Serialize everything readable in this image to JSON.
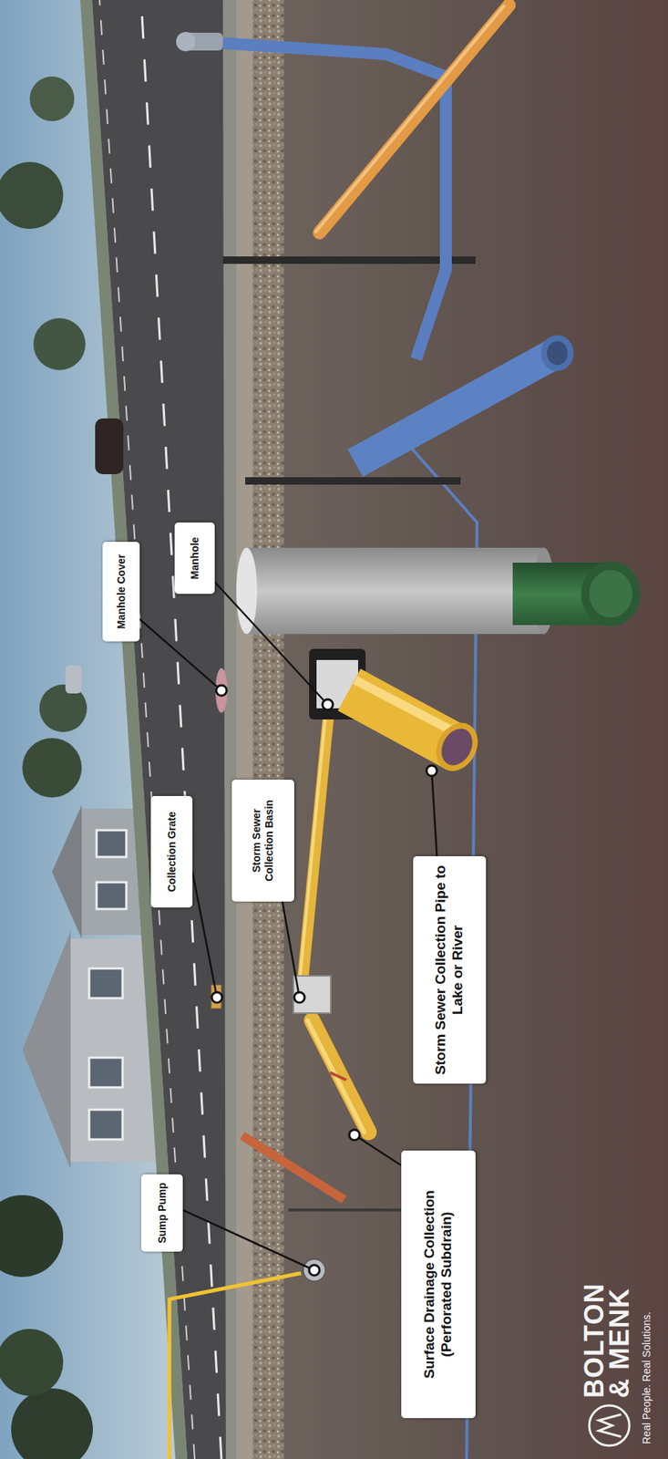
{
  "diagram": {
    "nodes": [
      {
        "text": [
          "Sump Pump"
        ]
      },
      {
        "text": [
          "Collection Grate"
        ]
      },
      {
        "text": [
          "Storm Sewer Collection Basin"
        ]
      },
      {
        "text": [
          "Manhole Cover"
        ]
      },
      {
        "text": [
          "Manhole"
        ]
      },
      {
        "text": [
          "Surface Drainage Collection (Perforated Subdrain)"
        ]
      },
      {
        "text": [
          "Storm Sewer Collection Pipe to Lake or River"
        ]
      }
    ],
    "labels": [
      "BOLTON & MENK",
      "Real People. Real Solutions."
    ]
  }
}
